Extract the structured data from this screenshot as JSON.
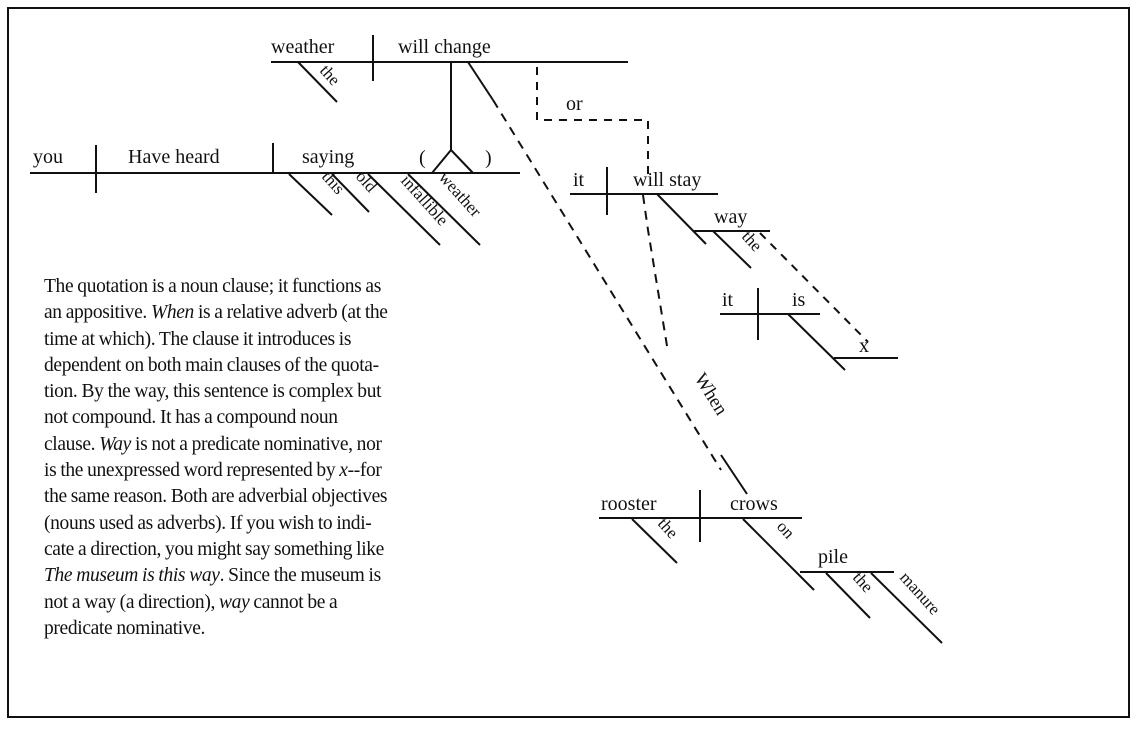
{
  "diagram": {
    "title": "Sentence diagram",
    "words": {
      "top_subject": "weather",
      "top_subject_mod": "the",
      "top_verb": "will change",
      "conj": "or",
      "main_subject": "you",
      "main_verb": "Have heard",
      "main_object": "saying",
      "mod_this": "this",
      "mod_old": "old",
      "mod_infallible": "infallible",
      "mod_weather": "weather",
      "paren_open": "(",
      "paren_close": ")",
      "stay_subject": "it",
      "stay_verb": "will stay",
      "way": "way",
      "way_mod": "the",
      "is_subject": "it",
      "is_verb": "is",
      "x": "x",
      "when": "When",
      "rooster": "rooster",
      "rooster_mod": "the",
      "crows": "crows",
      "on": "on",
      "pile": "pile",
      "pile_mod_the": "the",
      "pile_mod_manure": "manure"
    }
  },
  "note": {
    "lines": [
      [
        {
          "t": "The quotation is a noun clause; it functions as"
        }
      ],
      [
        {
          "t": "an appositive. "
        },
        {
          "t": "When",
          "i": true
        },
        {
          "t": " is a relative adverb (at the"
        }
      ],
      [
        {
          "t": "time at which). The clause it introduces is"
        }
      ],
      [
        {
          "t": "dependent on both main clauses of the quota-"
        }
      ],
      [
        {
          "t": "tion. By the way, this sentence is complex but"
        }
      ],
      [
        {
          "t": "not compound. It has a compound noun"
        }
      ],
      [
        {
          "t": "clause. "
        },
        {
          "t": "Way",
          "i": true
        },
        {
          "t": " is not a predicate nominative, nor"
        }
      ],
      [
        {
          "t": "is the unexpressed word represented by "
        },
        {
          "t": "x",
          "i": true
        },
        {
          "t": "--for"
        }
      ],
      [
        {
          "t": "the same reason. Both are adverbial objectives"
        }
      ],
      [
        {
          "t": "(nouns used as adverbs). If you wish to indi-"
        }
      ],
      [
        {
          "t": "cate a direction, you might say something like"
        }
      ],
      [
        {
          "t": "The museum is this way",
          "i": true
        },
        {
          "t": ". Since the museum is"
        }
      ],
      [
        {
          "t": "not a way (a direction), "
        },
        {
          "t": "way",
          "i": true
        },
        {
          "t": " cannot be a"
        }
      ],
      [
        {
          "t": "predicate nominative."
        }
      ]
    ]
  }
}
